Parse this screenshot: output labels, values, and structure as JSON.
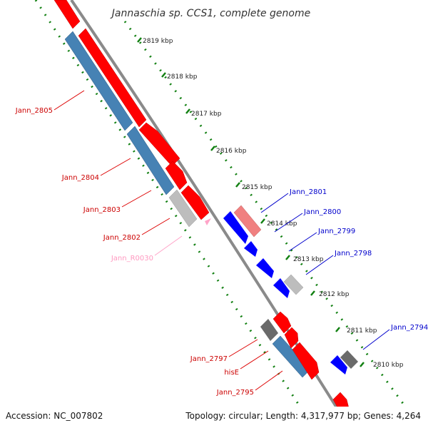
{
  "title": "Jannaschia sp. CCS1, complete genome",
  "footer": {
    "accession": "Accession: NC_007802",
    "topology": "Topology: circular; Length: 4,317,977 bp; Genes: 4,264"
  },
  "ticks": [
    "2819 kbp",
    "2818 kbp",
    "2817 kbp",
    "2816 kbp",
    "2815 kbp",
    "2814 kbp",
    "2813 kbp",
    "2812 kbp",
    "2811 kbp",
    "2810 kbp"
  ],
  "gene_labels": {
    "left": [
      "Jann_2805",
      "Jann_2804",
      "Jann_2803",
      "Jann_2802",
      "Jann_R0030",
      "Jann_2797",
      "hisE",
      "Jann_2795"
    ],
    "right": [
      "Jann_2801",
      "Jann_2800",
      "Jann_2799",
      "Jann_2798",
      "Jann_2794"
    ]
  },
  "colors": {
    "red": "#ff0000",
    "steelblue": "#4682b4",
    "blue": "#0000ff",
    "grey": "#bdbdbd",
    "darkgrey": "#6a6a6a",
    "pink": "#ffa4c8",
    "lightred": "#f08080",
    "tick": "#128012",
    "backbone": "#8a8a8a"
  }
}
